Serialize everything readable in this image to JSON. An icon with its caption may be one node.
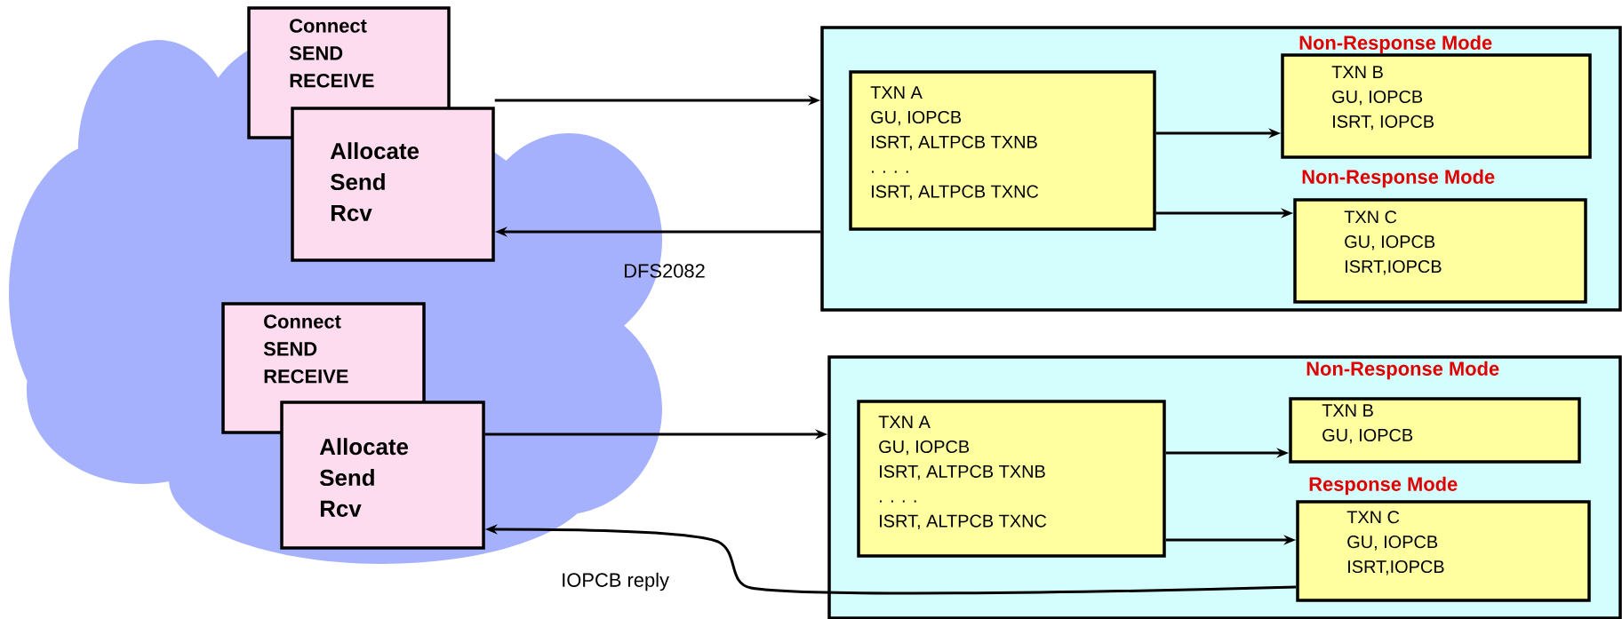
{
  "diagram": {
    "nodes": [
      {
        "text": [
          "Connect",
          "SEND",
          "RECEIVE"
        ]
      },
      {
        "text": [
          "Allocate",
          "Send",
          "Rcv"
        ]
      },
      {
        "text": [],
        "shape": "box"
      },
      {
        "text": [
          "TXN A",
          "GU, IOPCB",
          "ISRT, ALTPCB TXNB",
          ". . . .",
          "ISRT, ALTPCB TXNC"
        ],
        "in": 2
      },
      {
        "text": [
          "Non-Response Mode",
          "TXN B",
          "GU, IOPCB",
          "ISRT, IOPCB"
        ],
        "in": 2
      },
      {
        "text": [
          "Non-Response Mode",
          "TXN C",
          "GU, IOPCB",
          "ISRT,IOPCB"
        ],
        "in": 2
      },
      {
        "text": [
          "Connect",
          "SEND",
          "RECEIVE"
        ]
      },
      {
        "text": [
          "Allocate",
          "Send",
          "Rcv"
        ]
      },
      {
        "text": [],
        "shape": "box"
      },
      {
        "text": [
          "TXN A",
          "GU, IOPCB",
          "ISRT, ALTPCB TXNB",
          ". . . .",
          "ISRT, ALTPCB TXNC"
        ],
        "in": 8
      },
      {
        "text": [
          "Non-Response Mode",
          "TXN B",
          "GU, IOPCB"
        ],
        "in": 8
      },
      {
        "text": [
          "Response Mode",
          "TXN C",
          "GU, IOPCB",
          "ISRT,IOPCB"
        ],
        "in": 8
      }
    ],
    "edges": [
      {
        "from": 1,
        "to": 2,
        "arrow": "to"
      },
      {
        "from": 2,
        "to": 1,
        "arrow": "to",
        "label": "DFS2082"
      },
      {
        "from": 3,
        "to": 4,
        "arrow": "to"
      },
      {
        "from": 3,
        "to": 5,
        "arrow": "to"
      },
      {
        "from": 7,
        "to": 8,
        "arrow": "to"
      },
      {
        "from": 9,
        "to": 10,
        "arrow": "to"
      },
      {
        "from": 9,
        "to": 11,
        "arrow": "to"
      },
      {
        "from": 11,
        "to": 7,
        "arrow": "to",
        "label": "IOPCB reply"
      }
    ]
  }
}
